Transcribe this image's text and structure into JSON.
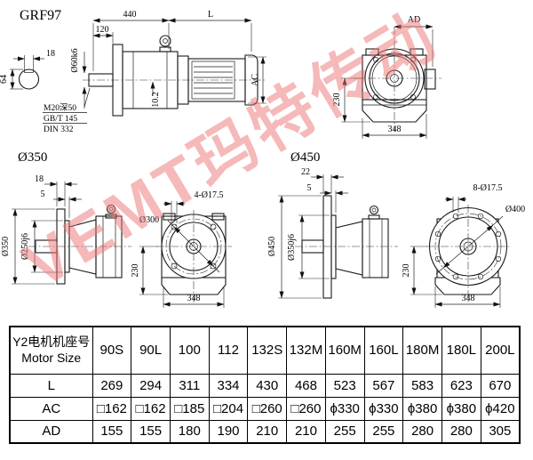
{
  "page": {
    "title": "GRF97"
  },
  "watermark": {
    "text": "VEMT玛特传动"
  },
  "drawing_top": {
    "shaft_section": {
      "dim_key_width": "18",
      "dim_height": "64"
    },
    "side_view": {
      "dim_length_440": "440",
      "dim_motor_length": "L",
      "dim_shaft_length": "120",
      "dim_shaft_dia": "Ø60k6",
      "dim_offset": "10.2",
      "dim_motor_ac": "AC",
      "tap_note": "M20深50",
      "std_note_1": "GB/T 145",
      "std_note_2": "DIN 332"
    },
    "front_view": {
      "dim_ad": "AD",
      "dim_230": "230",
      "dim_348": "348"
    }
  },
  "flange_350": {
    "title": "Ø350",
    "side_view": {
      "dim_18": "18",
      "dim_5": "5",
      "dim_flange_od": "Ø350",
      "dim_spigot": "Ø250j6"
    },
    "front_view": {
      "dim_holes": "4-Ø17.5",
      "dim_bolt_circle": "Ø300",
      "dim_230": "230",
      "dim_348": "348"
    }
  },
  "flange_450": {
    "title": "Ø450",
    "side_view": {
      "dim_22": "22",
      "dim_5": "5",
      "dim_flange_od": "Ø450",
      "dim_spigot": "Ø350j6"
    },
    "front_view": {
      "dim_holes": "8-Ø17.5",
      "dim_bolt_circle": "Ø400",
      "dim_230": "230",
      "dim_348": "348"
    }
  },
  "table": {
    "header_cn": "Y2电机机座号",
    "header_en": "Motor Size",
    "columns": [
      "90S",
      "90L",
      "100",
      "112",
      "132S",
      "132M",
      "160M",
      "160L",
      "180M",
      "180L",
      "200L"
    ],
    "rows": [
      {
        "label": "L",
        "values": [
          "269",
          "294",
          "311",
          "334",
          "430",
          "468",
          "523",
          "567",
          "583",
          "623",
          "670"
        ]
      },
      {
        "label": "AC",
        "values": [
          "□162",
          "□162",
          "□185",
          "□204",
          "□260",
          "□260",
          "ϕ330",
          "ϕ330",
          "ϕ380",
          "ϕ380",
          "ϕ420"
        ]
      },
      {
        "label": "AD",
        "values": [
          "155",
          "155",
          "180",
          "190",
          "210",
          "210",
          "255",
          "255",
          "280",
          "280",
          "305"
        ]
      }
    ]
  }
}
